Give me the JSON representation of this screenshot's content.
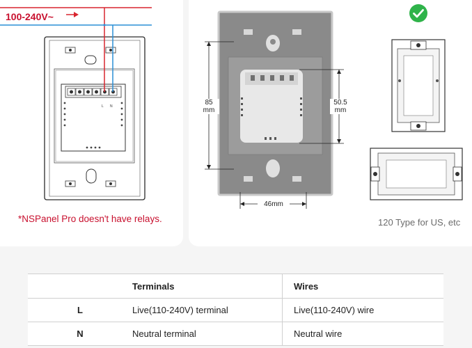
{
  "diagram": {
    "voltage_label": "100-240V~",
    "relay_note": "*NSPanel Pro doesn't have relays.",
    "terminal_marks": [
      "L",
      "N"
    ],
    "dim_height": "85\nmm",
    "dim_module_height": "50.5\nmm",
    "dim_width": "46mm",
    "box_caption": "120 Type for US, etc",
    "check_color": "#2fb34a",
    "live_wire_color": "#d9252f",
    "neutral_wire_color": "#2a8fd6"
  },
  "table": {
    "headers": [
      "",
      "Terminals",
      "Wires"
    ],
    "rows": [
      {
        "label": "L",
        "terminal": "Live(110-240V) terminal",
        "wire": "Live(110-240V) wire"
      },
      {
        "label": "N",
        "terminal": "Neutral terminal",
        "wire": "Neutral wire"
      }
    ]
  }
}
